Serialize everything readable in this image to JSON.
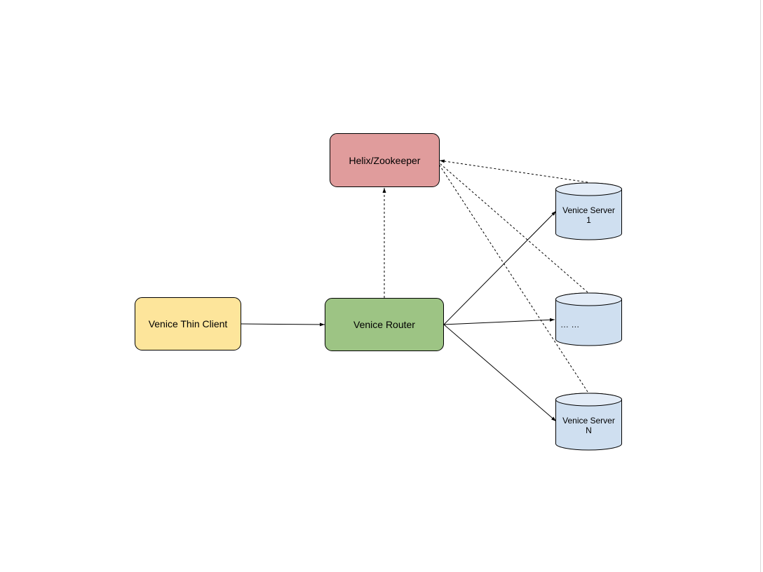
{
  "nodes": {
    "helix": {
      "label": "Helix/Zookeeper",
      "color": "#e09c9c"
    },
    "router": {
      "label": "Venice Router",
      "color": "#9dc484"
    },
    "client": {
      "label": "Venice Thin Client",
      "color": "#fde59b"
    },
    "server1": {
      "label_line1": "Venice Server",
      "label_line2": "1",
      "color": "#cfdff0"
    },
    "server_mid": {
      "label": "… …",
      "color": "#cfdff0"
    },
    "serverN": {
      "label_line1": "Venice Server",
      "label_line2": "N",
      "color": "#cfdff0"
    }
  }
}
